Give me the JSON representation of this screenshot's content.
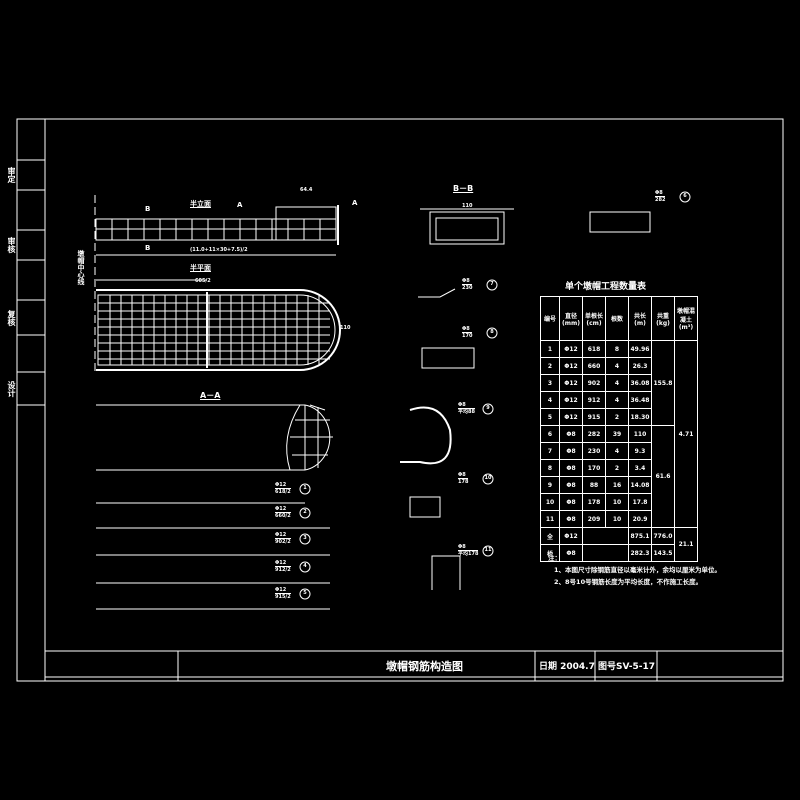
{
  "side_labels": [
    "审定",
    "审核",
    "复核",
    "设计"
  ],
  "views": {
    "half_elevation": "半立面",
    "half_plan": "半平面",
    "section_aa": "A－A",
    "section_bb": "B－B",
    "centerline": "墩帽中心线",
    "sec_a": "A",
    "sec_b": "B",
    "dim_overall": "(11.0+11×30+7.5)/2",
    "dim_top": "64.4",
    "dim_plan": "605/2",
    "dim_plan_h": "110",
    "dim_bb": "110"
  },
  "bar_labels": [
    {
      "dia": "Φ12",
      "len": "618/2",
      "num": "1"
    },
    {
      "dia": "Φ12",
      "len": "660/2",
      "num": "2"
    },
    {
      "dia": "Φ12",
      "len": "902/2",
      "num": "3"
    },
    {
      "dia": "Φ12",
      "len": "912/2",
      "num": "4"
    },
    {
      "dia": "Φ12",
      "len": "915/2",
      "num": "5"
    },
    {
      "dia": "Φ8",
      "len": "282",
      "num": "6"
    },
    {
      "dia": "Φ8",
      "len": "230",
      "num": "7"
    },
    {
      "dia": "Φ8",
      "len": "170",
      "num": "8"
    },
    {
      "dia": "Φ8",
      "len": "平均88",
      "num": "9"
    },
    {
      "dia": "Φ8",
      "len": "178",
      "num": "10"
    },
    {
      "dia": "Φ8",
      "len": "平均178",
      "num": "11"
    }
  ],
  "table": {
    "title": "单个墩帽工程数量表",
    "headers": [
      "编号",
      "直径(mm)",
      "单根长(cm)",
      "根数",
      "共长(m)",
      "共重(kg)",
      "墩帽混凝土(m³)"
    ],
    "rows": [
      [
        "1",
        "Φ12",
        "618",
        "8",
        "49.96"
      ],
      [
        "2",
        "Φ12",
        "660",
        "4",
        "26.3"
      ],
      [
        "3",
        "Φ12",
        "902",
        "4",
        "36.08"
      ],
      [
        "4",
        "Φ12",
        "912",
        "4",
        "36.48"
      ],
      [
        "5",
        "Φ12",
        "915",
        "2",
        "18.30"
      ],
      [
        "6",
        "Φ8",
        "282",
        "39",
        "110"
      ],
      [
        "7",
        "Φ8",
        "230",
        "4",
        "9.3"
      ],
      [
        "8",
        "Φ8",
        "170",
        "2",
        "3.4"
      ],
      [
        "9",
        "Φ8",
        "88",
        "16",
        "14.08"
      ],
      [
        "10",
        "Φ8",
        "178",
        "10",
        "17.8"
      ],
      [
        "11",
        "Φ8",
        "209",
        "10",
        "20.9"
      ]
    ],
    "group_weight_12": "155.8",
    "group_weight_8": "61.6",
    "concrete": "4.71",
    "total_label_1": "全",
    "total_label_2": "桥",
    "total_12": {
      "dia": "Φ12",
      "len": "875.1",
      "weight": "776.0"
    },
    "total_8": {
      "dia": "Φ8",
      "len": "282.3",
      "weight": "143.5"
    },
    "total_concrete": "21.1"
  },
  "notes": {
    "head": "注：",
    "items": [
      "1、本图尺寸除钢筋直径以毫米计外，余均以厘米为单位。",
      "2、8号10号钢筋长度为平均长度，不作施工长度。"
    ]
  },
  "title_block": {
    "title": "墩帽钢筋构造图",
    "date": "日期  2004.7",
    "drawing_no": "图号SV-5-17"
  }
}
